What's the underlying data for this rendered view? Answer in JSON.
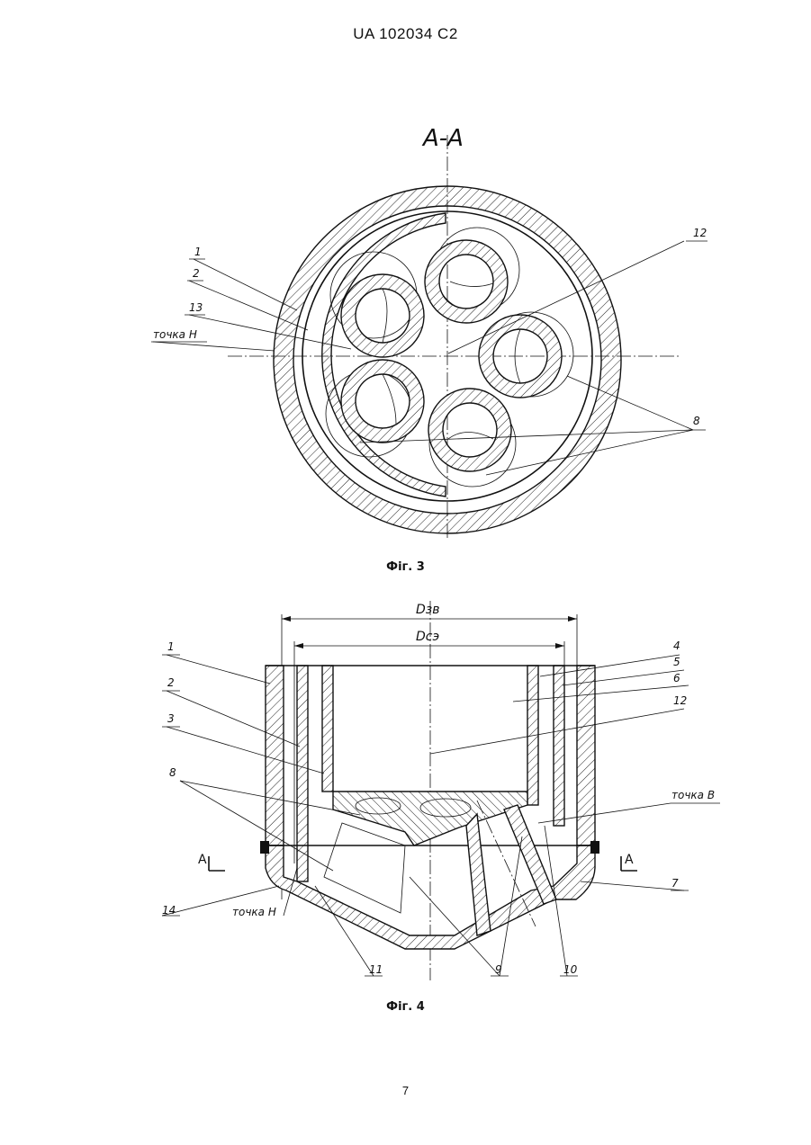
{
  "header": {
    "doc_id": "UA   102034   C2"
  },
  "figure3": {
    "section_label": "A-A",
    "caption": "Фіг. 3",
    "labels": {
      "l1": "1",
      "l2": "2",
      "l13": "13",
      "point_h": "точка Н",
      "l12": "12",
      "l8": "8"
    }
  },
  "figure4": {
    "caption": "Фіг. 4",
    "dim_outer": "Dзв",
    "dim_inner": "Dсэ",
    "section_left": "A",
    "section_right": "A",
    "labels": {
      "l1": "1",
      "l2": "2",
      "l3": "3",
      "l8": "8",
      "l14": "14",
      "point_h": "точка Н",
      "l11": "11",
      "l9": "9",
      "l10": "10",
      "l4": "4",
      "l5": "5",
      "l6": "6",
      "l12": "12",
      "point_b": "точка В",
      "l7": "7"
    }
  },
  "footer": {
    "page_number": "7"
  }
}
